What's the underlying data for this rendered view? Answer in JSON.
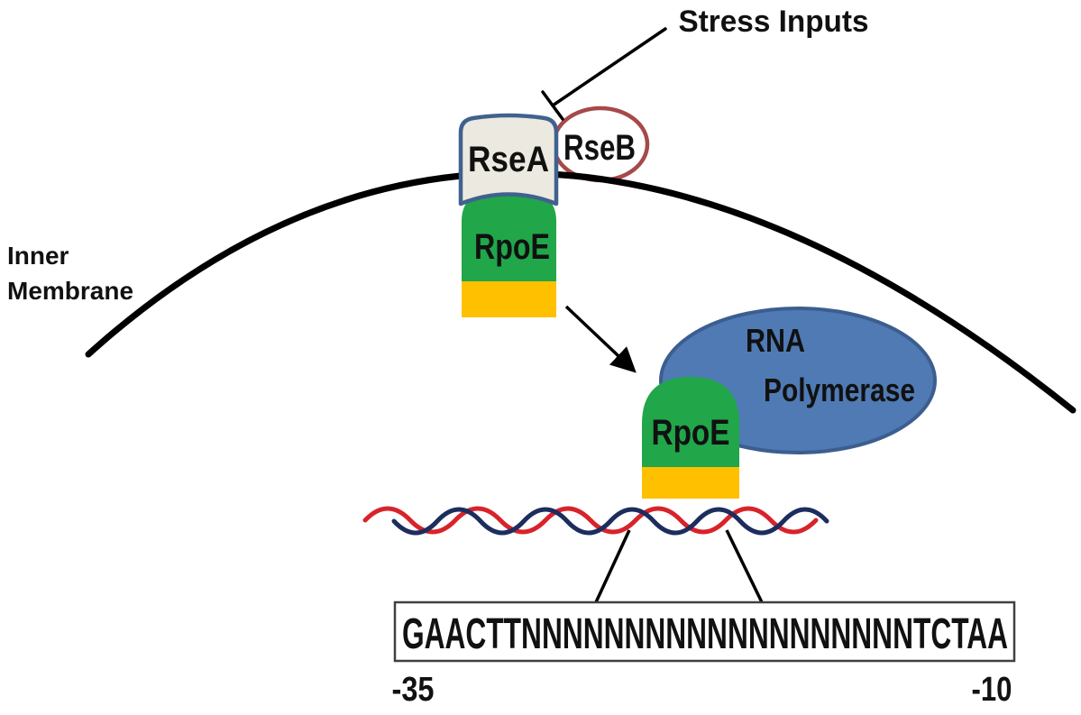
{
  "labels": {
    "stress_inputs": "Stress Inputs",
    "inner_membrane_line1": "Inner",
    "inner_membrane_line2": "Membrane",
    "rseA": "RseA",
    "rseB": "RseB",
    "rpoE_top": "RpoE",
    "rpoE_bottom": "RpoE",
    "rna_polymerase_line1": "RNA",
    "rna_polymerase_line2": "Polymerase",
    "promoter_sequence": "GAACTTNNNNNNNNNNNNNNNNNNNTCTAA",
    "minus35": "-35",
    "minus10": "-10"
  },
  "colors": {
    "rpoe_green": "#21A64A",
    "rpoe_yellow": "#FFC000",
    "rsea_fill": "#ECE9E0",
    "rsea_border": "#41618E",
    "rseb_fill": "#FFFFFF",
    "rseb_border": "#A6494A",
    "rna_pol_fill": "#4F7AB4",
    "rna_pol_border": "#3C5E8F",
    "dna_red": "#D8232A",
    "dna_blue": "#1C2D5E",
    "membrane_black": "#000000",
    "sequence_box_border": "#404040"
  }
}
